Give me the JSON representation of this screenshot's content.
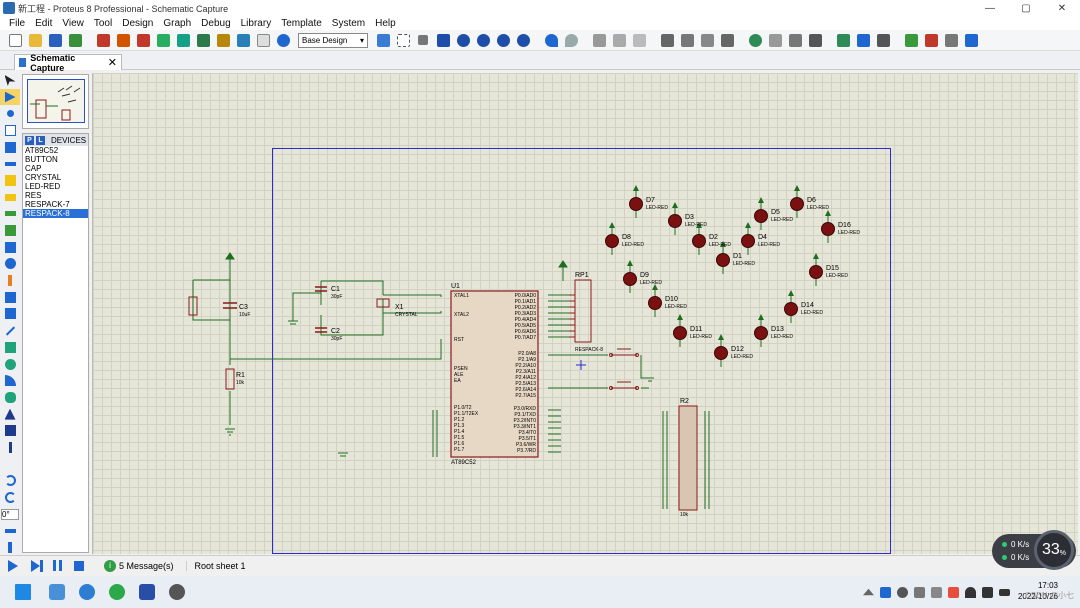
{
  "window": {
    "title": "新工程 - Proteus 8 Professional - Schematic Capture",
    "min": "—",
    "max": "▢",
    "close": "✕"
  },
  "menu": [
    "File",
    "Edit",
    "View",
    "Tool",
    "Design",
    "Graph",
    "Debug",
    "Library",
    "Template",
    "System",
    "Help"
  ],
  "toolbar": {
    "design_select": "Base Design",
    "design_arrow": "▾"
  },
  "tab": {
    "label": "Schematic Capture",
    "close": "✕"
  },
  "devices": {
    "p_btn": "P",
    "l_btn": "L",
    "header": "DEVICES",
    "items": [
      "AT89C52",
      "BUTTON",
      "CAP",
      "CRYSTAL",
      "LED-RED",
      "RES",
      "RESPACK-7",
      "RESPACK-8"
    ],
    "selected": 7
  },
  "rotation": "0°",
  "schematic": {
    "components": {
      "u1": "U1",
      "u1_part": "AT89C52",
      "x1": "X1",
      "x1_part": "CRYSTAL",
      "c1": "C1",
      "c1_val": "30pF",
      "c2": "C2",
      "c2_val": "30pF",
      "c3": "C3",
      "c3_val": "10uF",
      "r1": "R1",
      "r1_val": "10k",
      "rp1": "RP1",
      "rp1_part": "RESPACK-8",
      "r2": "R2",
      "r2_val": "10k"
    },
    "u1_pins_left": [
      "XTAL1",
      "XTAL2",
      "RST",
      "PSEN",
      "ALE",
      "EA",
      "P1.0/T2",
      "P1.1/T2EX",
      "P1.2",
      "P1.3",
      "P1.4",
      "P1.5",
      "P1.6",
      "P1.7"
    ],
    "u1_pins_right": [
      "P0.0/AD0",
      "P0.1/AD1",
      "P0.2/AD2",
      "P0.3/AD3",
      "P0.4/AD4",
      "P0.5/AD5",
      "P0.6/AD6",
      "P0.7/AD7",
      "P2.0/A8",
      "P2.1/A9",
      "P2.2/A10",
      "P2.3/A11",
      "P2.4/A12",
      "P2.5/A13",
      "P2.6/A14",
      "P2.7/A15",
      "P3.0/RXD",
      "P3.1/TXD",
      "P3.2/INT0",
      "P3.3/INT1",
      "P3.4/T0",
      "P3.5/T1",
      "P3.6/WR",
      "P3.7/RD"
    ],
    "leds": [
      "D1",
      "D2",
      "D3",
      "D4",
      "D5",
      "D6",
      "D7",
      "D8",
      "D9",
      "D10",
      "D11",
      "D12",
      "D13",
      "D14",
      "D15",
      "D16"
    ],
    "led_part": "LED-RED"
  },
  "status": {
    "messages": "5 Message(s)",
    "info_icon": "i",
    "sheet": "Root sheet 1"
  },
  "network": {
    "up": "0 K/s",
    "down": "0 K/s",
    "cpu": "33",
    "cpu_unit": "%"
  },
  "clock": {
    "time": "17:03",
    "date": "2022/10/26"
  },
  "watermark": "CSDN @小七",
  "colors": {
    "canvas": "#e5e5d8",
    "wire": "#1f6e1f",
    "component": "#8b1a1a",
    "sheet_border": "#2a2ad0",
    "led": "#7a1010",
    "selection": "#2a6fd6"
  }
}
